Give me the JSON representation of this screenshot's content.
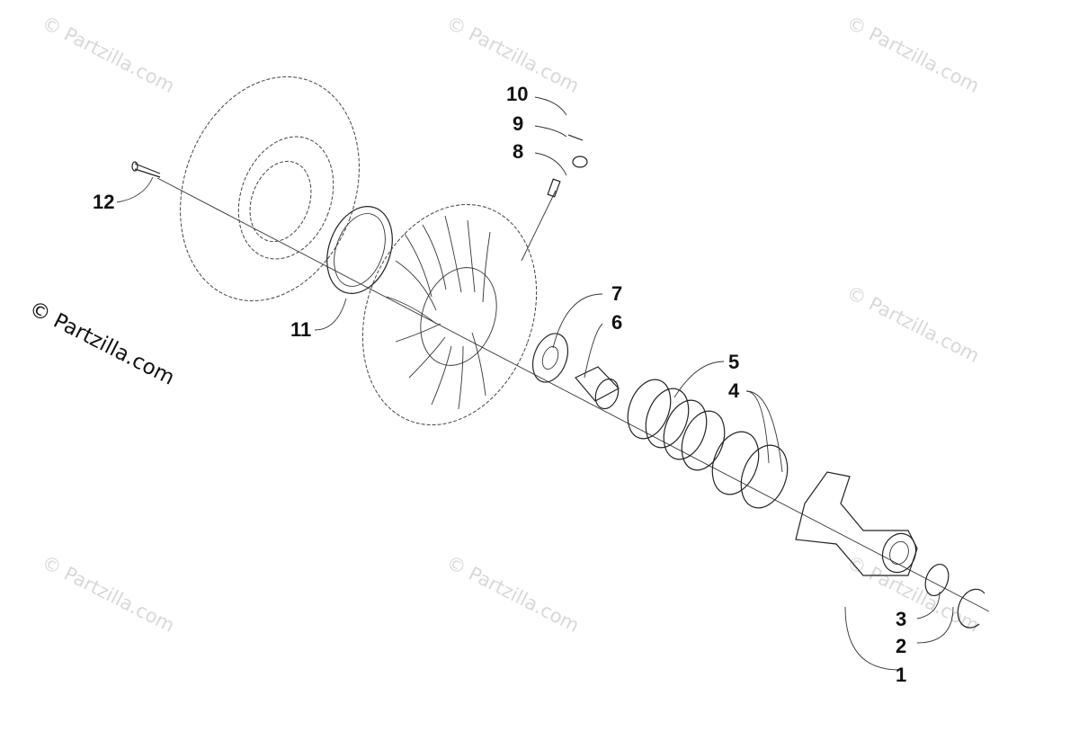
{
  "copyright": "© Partzilla.com",
  "watermark": "© Partzilla.com",
  "callouts": [
    "1",
    "2",
    "3",
    "4",
    "5",
    "6",
    "7",
    "8",
    "9",
    "10",
    "11",
    "12"
  ]
}
